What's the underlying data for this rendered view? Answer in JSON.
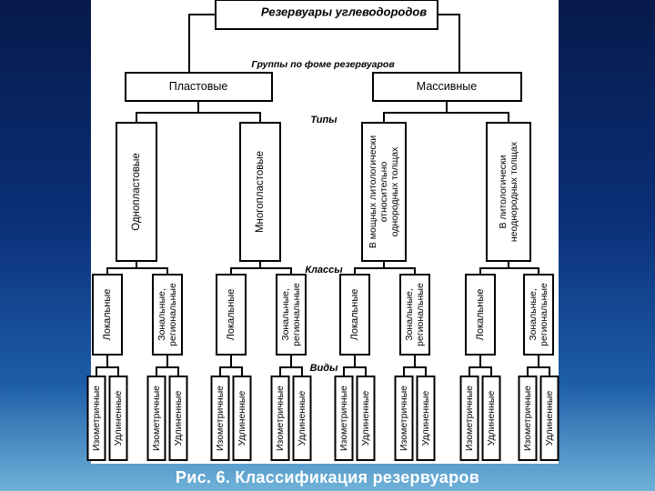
{
  "slide": {
    "caption": "Рис. 6. Классификация резервуаров",
    "colors": {
      "background_top": "#071a4a",
      "background_bottom": "#6fb2d8",
      "panel": "#ffffff",
      "ink": "#000000"
    }
  },
  "diagram": {
    "root": "Резервуары углеводородов",
    "level_labels": {
      "groups": "Группы по фоме резервуаров",
      "types": "Типы",
      "classes": "Классы",
      "kinds": "Виды"
    },
    "groups": [
      "Пластовые",
      "Массивные"
    ],
    "types": [
      {
        "lines": [
          "Однопластовые"
        ]
      },
      {
        "lines": [
          "Многопластовые"
        ]
      },
      {
        "lines": [
          "В мощных литологически",
          "относительно",
          "однородных толщах"
        ]
      },
      {
        "lines": [
          "В литологически",
          "неоднородных толщах"
        ]
      }
    ],
    "classes": {
      "local": [
        "Локальные"
      ],
      "zonal": [
        "Зональные,",
        "региональные"
      ]
    },
    "kinds": {
      "isometric": "Изометричные",
      "elongated": "Удлиненные"
    }
  }
}
